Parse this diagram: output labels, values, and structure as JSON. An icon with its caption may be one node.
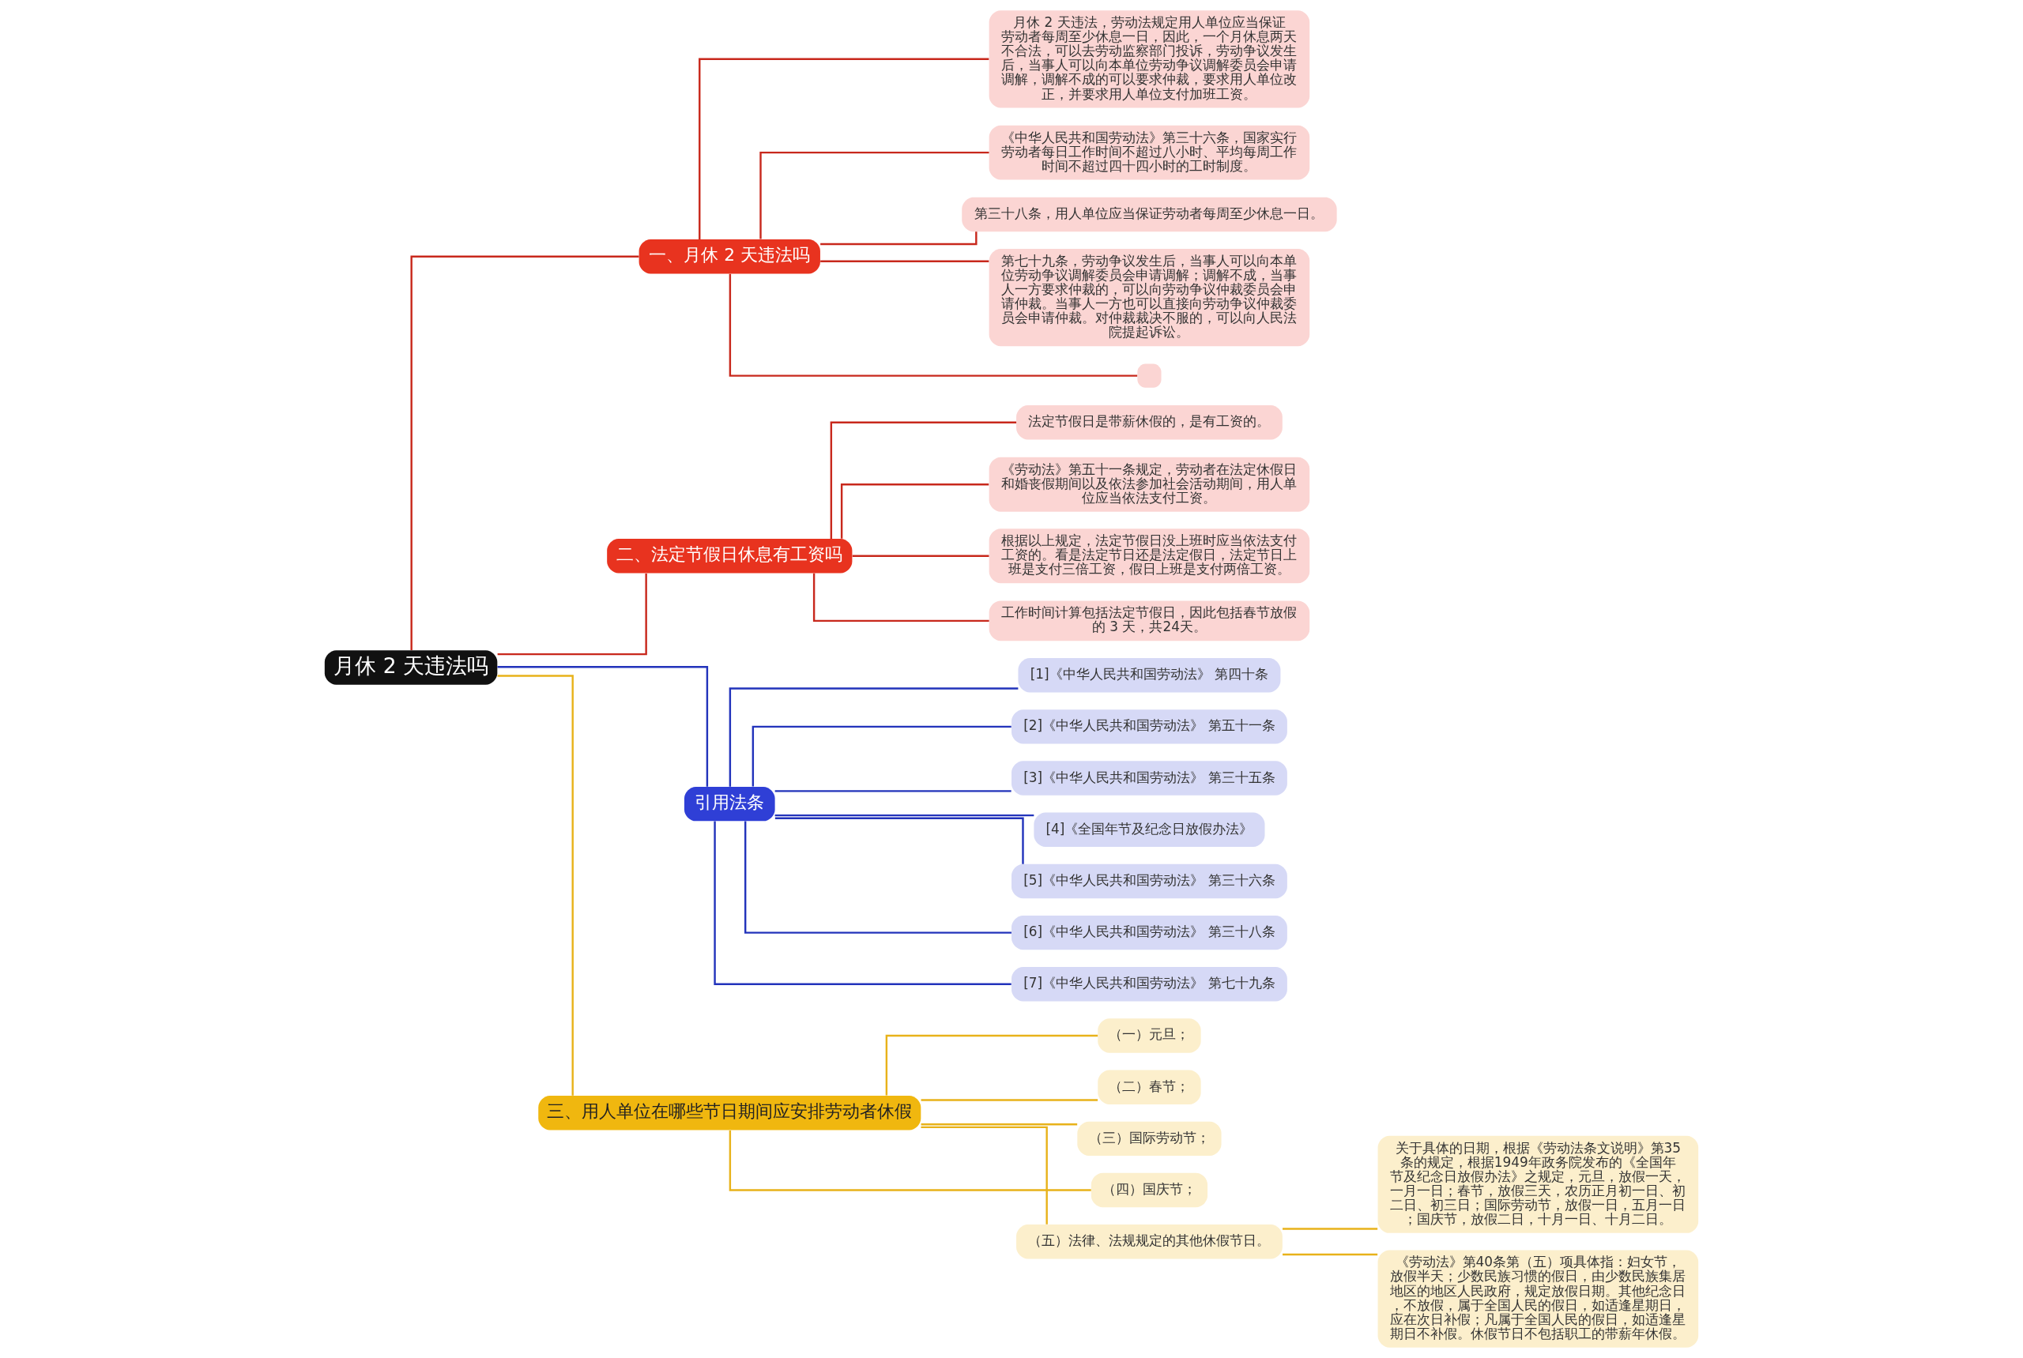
{
  "diagram": {
    "nodes": [
      {
        "text": [
          "月休 2 天违法吗"
        ]
      },
      {
        "text": [
          "一、月休 2 天违法吗"
        ]
      },
      {
        "text": [
          "月休 2 天违法，劳动法规定用人单位应当保证劳动者每周至少休息一日，因此，一个月休息两天不合法，可以去劳动监察部门投诉，劳动争议发生后，当事人可以向本单位劳动争议调解委员会申请调解，调解不成的可以要求仲裁，要求用人单位改正，并要求用人单位支付加班工资。"
        ]
      },
      {
        "text": [
          "《中华人民共和国劳动法》第三十六条，国家实行劳动者每日工作时间不超过八小时、平均每周工作时间不超过四十四小时的工时制度。"
        ]
      },
      {
        "text": [
          "第三十八条，用人单位应当保证劳动者每周至少休息一日。"
        ]
      },
      {
        "text": [
          "第七十九条，劳动争议发生后，当事人可以向本单位劳动争议调解委员会申请调解；调解不成，当事人一方要求仲裁的，可以向劳动争议仲裁委员会申请仲裁。当事人一方也可以直接向劳动争议仲裁委员会申请仲裁。对仲裁裁决不服的，可以向人民法院提起诉讼。"
        ]
      },
      {
        "text": [],
        "shape": "box"
      },
      {
        "text": [
          "二、法定节假日休息有工资吗"
        ]
      },
      {
        "text": [
          "法定节假日是带薪休假的，是有工资的。"
        ]
      },
      {
        "text": [
          "《劳动法》第五十一条规定，劳动者在法定休假日和婚丧假期间以及依法参加社会活动期间，用人单位应当依法支付工资。"
        ]
      },
      {
        "text": [
          "根据以上规定，法定节假日没上班时应当依法支付工资的。看是法定节日还是法定假日，法定节日上班是支付三倍工资，假日上班是支付两倍工资。"
        ]
      },
      {
        "text": [
          "工作时间计算包括法定节假日，因此包括春节放假的 3 天，共24天。"
        ]
      },
      {
        "text": [
          "引用法条"
        ]
      },
      {
        "text": [
          "[1]《中华人民共和国劳动法》 第四十条"
        ]
      },
      {
        "text": [
          "[2]《中华人民共和国劳动法》 第五十一条"
        ]
      },
      {
        "text": [
          "[3]《中华人民共和国劳动法》 第三十五条"
        ]
      },
      {
        "text": [
          "[4]《全国年节及纪念日放假办法》"
        ]
      },
      {
        "text": [
          "[5]《中华人民共和国劳动法》 第三十六条"
        ]
      },
      {
        "text": [
          "[6]《中华人民共和国劳动法》 第三十八条"
        ]
      },
      {
        "text": [
          "[7]《中华人民共和国劳动法》 第七十九条"
        ]
      },
      {
        "text": [
          "三、用人单位在哪些节日期间应安排劳动者休假"
        ]
      },
      {
        "text": [
          "（一）元旦；"
        ]
      },
      {
        "text": [
          "（二）春节；"
        ]
      },
      {
        "text": [
          "（三）国际劳动节；"
        ]
      },
      {
        "text": [
          "（四）国庆节；"
        ]
      },
      {
        "text": [
          "（五）法律、法规规定的其他休假节日。"
        ]
      },
      {
        "text": [
          "关于具体的日期，根据《劳动法条文说明》第35条的规定，根据1949年政务院发布的《全国年节及纪念日放假办法》之规定，元旦，放假一天，一月一日；春节，放假三天，农历正月初一日、初二日、初三日；国际劳动节，放假一日，五月一日；国庆节，放假二日，十月一日、十月二日。"
        ]
      },
      {
        "text": [
          "《劳动法》第40条第（五）项具体指：妇女节，放假半天；少数民族习惯的假日，由少数民族集居地区的地区人民政府，规定放假日期。其他纪念日，不放假，属于全国人民的假日，如适逢星期日，应在次日补假；凡属于全国人民的假日，如适逢星期日不补假。休假节日不包括职工的带薪年休假。"
        ]
      }
    ],
    "edges": [
      {
        "from": 0,
        "to": 1,
        "arrow": "none"
      },
      {
        "from": 1,
        "to": 2,
        "arrow": "none"
      },
      {
        "from": 1,
        "to": 3,
        "arrow": "none"
      },
      {
        "from": 1,
        "to": 4,
        "arrow": "none"
      },
      {
        "from": 1,
        "to": 5,
        "arrow": "none"
      },
      {
        "from": 1,
        "to": 6,
        "arrow": "none"
      },
      {
        "from": 0,
        "to": 7,
        "arrow": "none"
      },
      {
        "from": 7,
        "to": 8,
        "arrow": "none"
      },
      {
        "from": 7,
        "to": 9,
        "arrow": "none"
      },
      {
        "from": 7,
        "to": 10,
        "arrow": "none"
      },
      {
        "from": 7,
        "to": 11,
        "arrow": "none"
      },
      {
        "from": 0,
        "to": 12,
        "arrow": "none",
        "color": "#2233bb"
      },
      {
        "from": 12,
        "to": 13,
        "arrow": "none",
        "color": "#2233bb"
      },
      {
        "from": 12,
        "to": 14,
        "arrow": "none",
        "color": "#2233bb"
      },
      {
        "from": 12,
        "to": 15,
        "arrow": "none",
        "color": "#2233bb"
      },
      {
        "from": 12,
        "to": 16,
        "arrow": "none",
        "color": "#2233bb"
      },
      {
        "from": 12,
        "to": 17,
        "arrow": "none",
        "color": "#2233bb"
      },
      {
        "from": 12,
        "to": 18,
        "arrow": "none",
        "color": "#2233bb"
      },
      {
        "from": 12,
        "to": 19,
        "arrow": "none",
        "color": "#2233bb"
      },
      {
        "from": 0,
        "to": 20,
        "arrow": "none",
        "color": "#e8b21a"
      },
      {
        "from": 20,
        "to": 21,
        "arrow": "none",
        "color": "#e8b21a"
      },
      {
        "from": 20,
        "to": 22,
        "arrow": "none",
        "color": "#e8b21a"
      },
      {
        "from": 20,
        "to": 23,
        "arrow": "none",
        "color": "#e8b21a"
      },
      {
        "from": 20,
        "to": 24,
        "arrow": "none",
        "color": "#e8b21a"
      },
      {
        "from": 20,
        "to": 25,
        "arrow": "none",
        "color": "#e8b21a"
      },
      {
        "from": 25,
        "to": 26,
        "arrow": "none",
        "color": "#e8b21a"
      },
      {
        "from": 25,
        "to": 27,
        "arrow": "none",
        "color": "#e8b21a"
      }
    ]
  }
}
